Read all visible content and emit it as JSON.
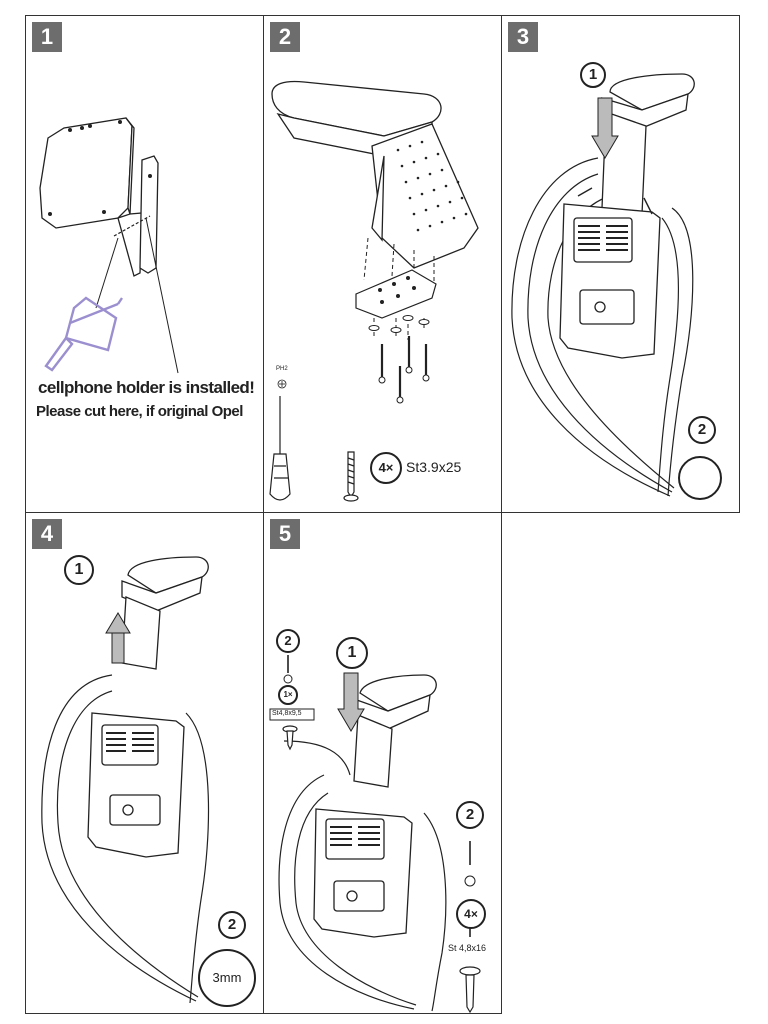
{
  "steps": [
    {
      "number": "1"
    },
    {
      "number": "2"
    },
    {
      "number": "3"
    },
    {
      "number": "4"
    },
    {
      "number": "5"
    }
  ],
  "step1": {
    "note_line1": "cellphone holder is installed!",
    "note_line2": "Please cut here, if original Opel"
  },
  "step2": {
    "driver": "PH2",
    "count": "4×",
    "screw": "St3.9x25"
  },
  "step3": {
    "callout_a": "1",
    "callout_b": "2"
  },
  "step4": {
    "callout_a": "1",
    "callout_b": "2",
    "depth": "3mm"
  },
  "step5": {
    "callout_a": "1",
    "callout_b": "2",
    "callout_c": "2",
    "count_a": "1×",
    "screw_a": "St4,8x9,5",
    "count_b": "4×",
    "screw_b": "St 4,8x16"
  },
  "colors": {
    "badge": "#6d6d6d",
    "hatch": "#9b8fcf",
    "line": "#222222"
  }
}
